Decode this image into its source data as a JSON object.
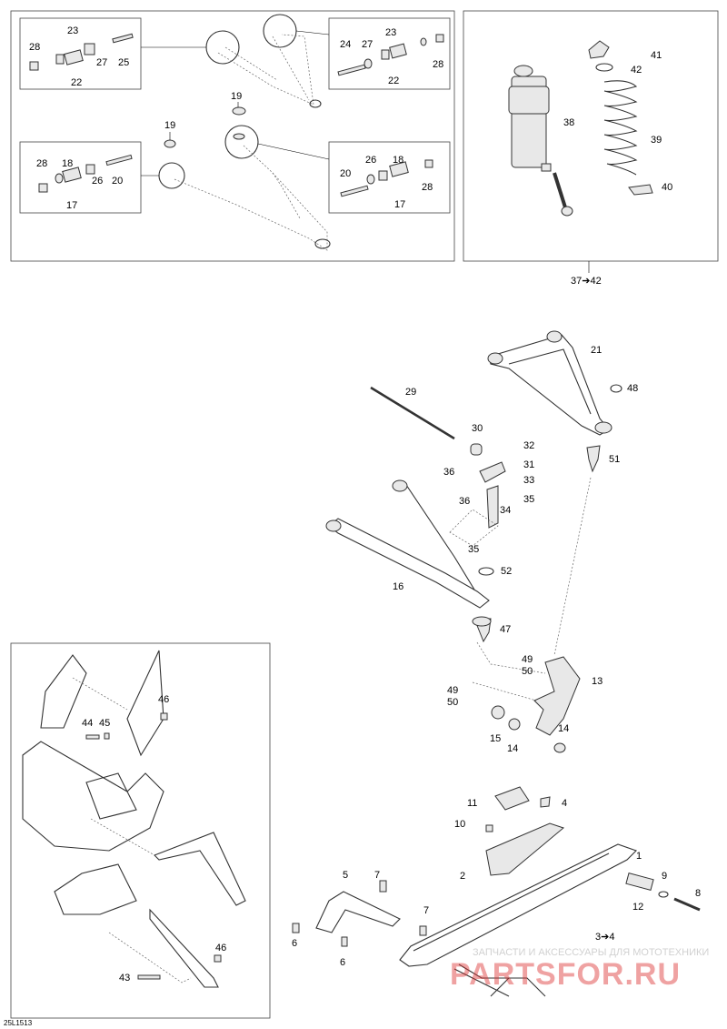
{
  "footer_code": "25L1513",
  "watermark": {
    "top_line": "ЗАПЧАСТИ И АКСЕССУАРЫ ДЛЯ МОТОТЕХНИКИ",
    "brand": "PARTSFOR.RU"
  },
  "callouts": {
    "c1": "1",
    "c2": "2",
    "c3to4": "3➔4",
    "c4": "4",
    "c5": "5",
    "c6a": "6",
    "c6b": "6",
    "c7a": "7",
    "c7b": "7",
    "c8": "8",
    "c9": "9",
    "c10": "10",
    "c11": "11",
    "c12": "12",
    "c13": "13",
    "c14a": "14",
    "c14b": "14",
    "c15": "15",
    "c16": "16",
    "c17a": "17",
    "c17b": "17",
    "c18a": "18",
    "c18b": "18",
    "c19a": "19",
    "c19b": "19",
    "c20a": "20",
    "c20b": "20",
    "c21": "21",
    "c22a": "22",
    "c22b": "22",
    "c23a": "23",
    "c23b": "23",
    "c24": "24",
    "c25": "25",
    "c26a": "26",
    "c26b": "26",
    "c27a": "27",
    "c27b": "27",
    "c28a": "28",
    "c28b": "28",
    "c28c": "28",
    "c28d": "28",
    "c29": "29",
    "c30": "30",
    "c31": "31",
    "c32": "32",
    "c33": "33",
    "c34": "34",
    "c35a": "35",
    "c35b": "35",
    "c36a": "36",
    "c36b": "36",
    "c37to42": "37➔42",
    "c38": "38",
    "c39": "39",
    "c40": "40",
    "c41": "41",
    "c42": "42",
    "c43": "43",
    "c44": "44",
    "c45": "45",
    "c46a": "46",
    "c46b": "46",
    "c47": "47",
    "c48": "48",
    "c49a": "49",
    "c49b": "49",
    "c50a": "50",
    "c50b": "50",
    "c51": "51",
    "c52": "52"
  }
}
